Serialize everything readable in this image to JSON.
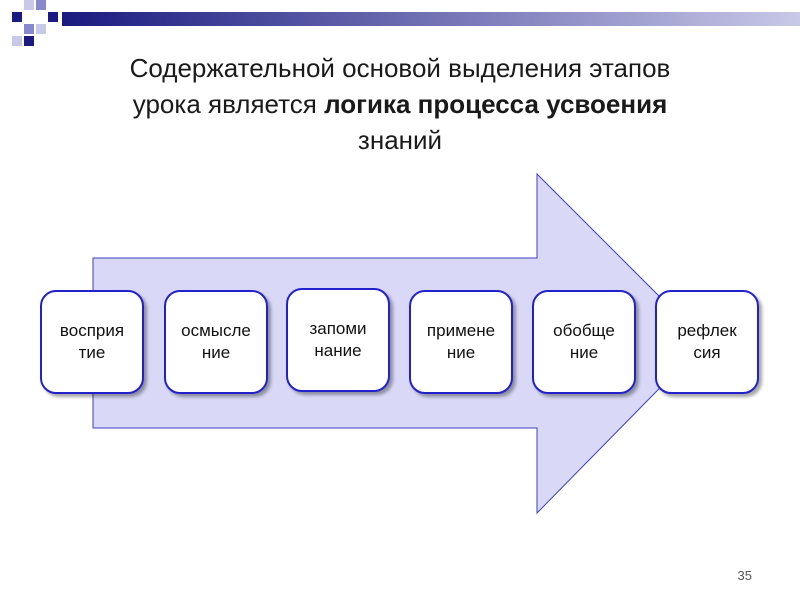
{
  "title": {
    "line1": "Содержательной основой выделения этапов",
    "line2_plain": "урока является ",
    "line2_bold": "логика процесса усвоения",
    "line3": "знаний"
  },
  "stages": [
    {
      "label": "восприя\nтие"
    },
    {
      "label": "осмысле\nние"
    },
    {
      "label": "запоми\nнание"
    },
    {
      "label": "примене\nние"
    },
    {
      "label": "обобще\nние"
    },
    {
      "label": "рефлек\nсия"
    }
  ],
  "page_number": "35",
  "colors": {
    "arrow_fill": "#d9d9f7",
    "arrow_stroke": "#4040c0",
    "box_border": "#2222cc",
    "decor_navy": "#1a1a80",
    "decor_mid": "#8888cc",
    "decor_light": "#c8c8e8"
  }
}
